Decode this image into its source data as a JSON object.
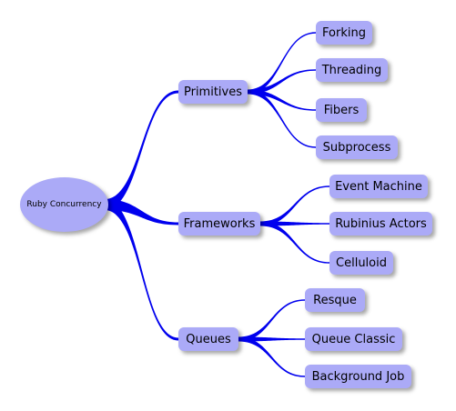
{
  "mindmap": {
    "root": "Ruby Concurrency",
    "branches": [
      {
        "label": "Primitives",
        "children": [
          "Forking",
          "Threading",
          "Fibers",
          "Subprocess"
        ]
      },
      {
        "label": "Frameworks",
        "children": [
          "Event Machine",
          "Rubinius Actors",
          "Celluloid"
        ]
      },
      {
        "label": "Queues",
        "children": [
          "Resque",
          "Queue Classic",
          "Background Job"
        ]
      }
    ],
    "node_color": "#abaaf7",
    "edge_color": "#0000ee"
  }
}
